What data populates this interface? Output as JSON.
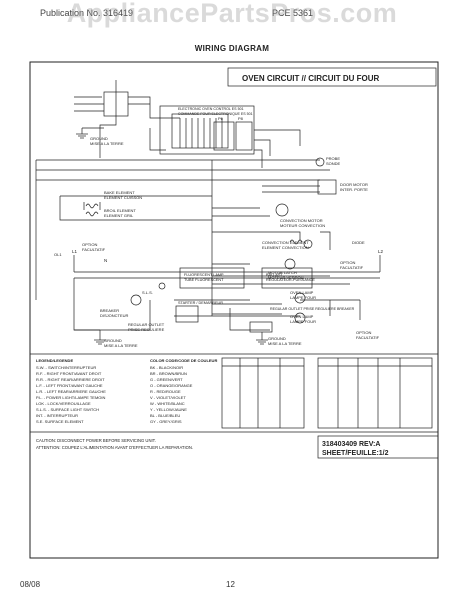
{
  "watermark": "AppliancePartsPros.com",
  "header": {
    "publication": "Publication No. 316419",
    "model": "PCE 5361",
    "title": "WIRING DIAGRAM"
  },
  "diagram": {
    "title": "OVEN CIRCUIT // CIRCUIT DU FOUR",
    "labels": {
      "clock_board": "ELECTRONIC OVEN CONTROL ES 501",
      "clock_board2": "COMMANDE FOUR ELECTRONIQUE ES 501",
      "ground1": "GROUND",
      "ground1b": "MISE A LA TERRE",
      "bake": "BAKE ELEMENT",
      "bake2": "ELEMENT CUISSON",
      "broil": "BROIL ELEMENT",
      "broil2": "ELEMENT GRIL",
      "probe": "PROBE",
      "probe2": "SONDE",
      "door_motor": "DOOR MOTOR",
      "door_motor2": "INTER. PORTE",
      "conv_fan": "CONVECTION MOTOR",
      "conv_fan2": "MOTEUR CONVECTION",
      "conv_element": "CONVECTION ELEMENT",
      "conv_element2": "ELEMENT CONVECTION",
      "latch": "MOTOR LATCH",
      "latch2": "MOTEUR VERROU",
      "diode": "DIODE",
      "oven_lamp": "OVEN LAMP",
      "oven_lamp2": "LAMPE FOUR",
      "oven_lamp_b": "OVEN LAMP",
      "oven_lamp_b2": "LAMPE FOUR",
      "fluor": "FLUORESCENT LAMP",
      "fluor2": "TUBE FLUORESCENT",
      "ballast": "BALLAST",
      "ballast2": "REGULATEUR-PUISSANCE",
      "starter": "STARTER / DEMARREUR",
      "breaker": "BREAKER",
      "breaker2": "DISJONCTEUR",
      "reg_outlet": "REGULAR OUTLET",
      "reg_outlet2": "PRISE REGULIERE",
      "reg_outlet3": "REGULAR OUTLET PRISE REGULIERE BREAKER",
      "ground2": "GROUND",
      "ground2b": "MISE A LA TERRE",
      "ground3": "GROUND",
      "ground3b": "MISE A LA TERRE",
      "optional1": "OPTION",
      "optional1b": "FACULTATIF",
      "optional2": "OPTION",
      "optional2b": "FACULTATIF",
      "optional3": "OPTION",
      "optional3b": "FACULTATIF",
      "L1": "L1",
      "L2": "L2",
      "N": "N",
      "OL1": "OL1",
      "SLS": "S.L.S.",
      "P6": "P6",
      "P8": "P8"
    },
    "legend_title": "LEGEND/LEGENDE",
    "legend": [
      "S.W. - SWITCH/INTERRUPTEUR",
      "R.F. - RIGHT FRONT/AVANT DROIT",
      "R.R. - RIGHT REAR/ARRIERE DROIT",
      "L.F. - LEFT FRONT/AVANT GAUCHE",
      "L.R. - LEFT REAR/ARRIERE GAUCHE",
      "P.L. - POWER LIGHT/LAMPE TEMOIN",
      "LOK - LOCK/VERROUILLAGE",
      "S.L.S. - SURFACE LIGHT SWITCH",
      "INT. - INTERRUPTEUR",
      "S.E. SURFACE ELEMENT"
    ],
    "color_title": "COLOR CODE/CODE DE COULEUR",
    "colors": [
      "BK - BLACK/NOIR",
      "BR - BROWN/BRUN",
      "G - GREEN/VERT",
      "O - ORANGE/ORANGE",
      "R - RED/ROUGE",
      "V - VIOLET/VIOLET",
      "W - WHITE/BLANC",
      "Y - YELLOW/JAUNE",
      "BL - BLUE/BLEU",
      "GY - GREY/GRIS"
    ],
    "cautions": [
      "CAUTION: DISCONNECT POWER BEFORE SERVICING UNIT.",
      "ATTENTION: COUPEZ L'ALIMENTATION AVANT D'EFFECTUER LA REPARATION."
    ],
    "part_number": "318403409 REV:A",
    "sheet": "SHEET/FEUILLE:1/2"
  },
  "footer": {
    "date": "08/08",
    "page": "12"
  }
}
